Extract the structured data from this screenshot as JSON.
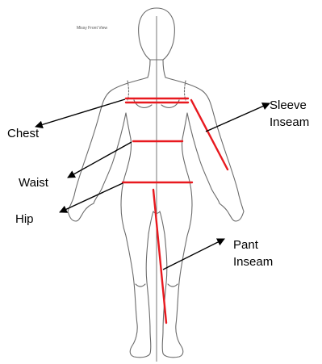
{
  "figure": {
    "view_title": "Missy Front View"
  },
  "labels": {
    "chest": "Chest",
    "waist": "Waist",
    "hip": "Hip",
    "sleeve_inseam_line1": "Sleeve",
    "sleeve_inseam_line2": "Inseam",
    "pant_inseam_line1": "Pant",
    "pant_inseam_line2": "Inseam"
  },
  "colors": {
    "measurement_line": "#e8191f",
    "arrow": "#000000",
    "figure_outline": "#6b6b6b"
  }
}
